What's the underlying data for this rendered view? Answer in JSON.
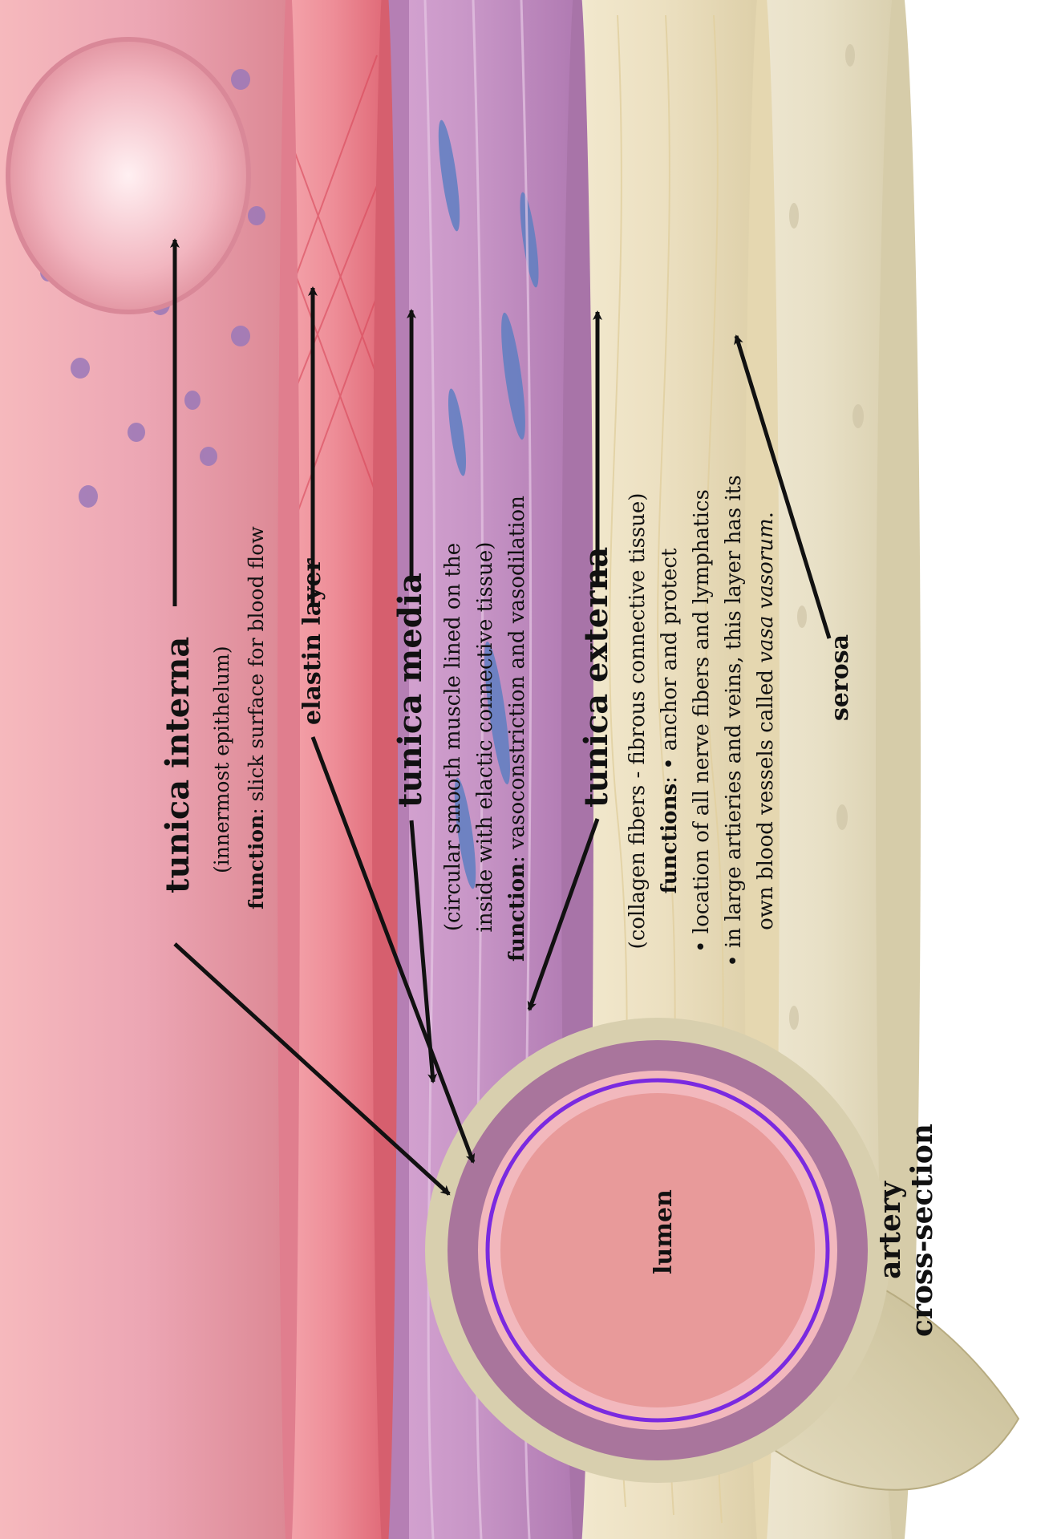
{
  "cross_section": {
    "title_line1": "artery",
    "title_line2": "cross-section",
    "lumen": "lumen"
  },
  "labels": {
    "tunica_interna": {
      "title": "tunica interna",
      "desc": "(innermost epithelum)",
      "function_label": "function",
      "function_text": ": slick surface for blood flow"
    },
    "elastin_layer": {
      "title": "elastin layer"
    },
    "tunica_media": {
      "title": "tunica media",
      "desc_line1": "(circular smooth muscle lined on the",
      "desc_line2": "inside with elactic connective tissue)",
      "function_label": "function",
      "function_text": ": vasoconstriction and vasodilation"
    },
    "tunica_externa": {
      "title": "tunica externa",
      "desc": "(collagen fibers - fibrous connective tissue)",
      "functions_label": "functions",
      "functions_first": ": • anchor and protect",
      "bullet2": "• location of all nerve fibers and lymphatics",
      "bullet3_line1": "• in large artieries and veins, this layer has its",
      "bullet3_line2_pre": "own blood vessels called ",
      "bullet3_line2_em": "vasa vasorum",
      "bullet3_line2_post": "."
    },
    "serosa": {
      "title": "serosa"
    }
  },
  "colors": {
    "interna": "#f0a0a8",
    "elastin": "#e8707c",
    "media": "#c58fc0",
    "media_dark": "#a06aa0",
    "externa": "#ede4cc",
    "serosa": "#e6dcc0",
    "lumen": "#e89a9a",
    "outer_wall": "#d8cfae",
    "internal_elastic": "#7a2ae0"
  }
}
